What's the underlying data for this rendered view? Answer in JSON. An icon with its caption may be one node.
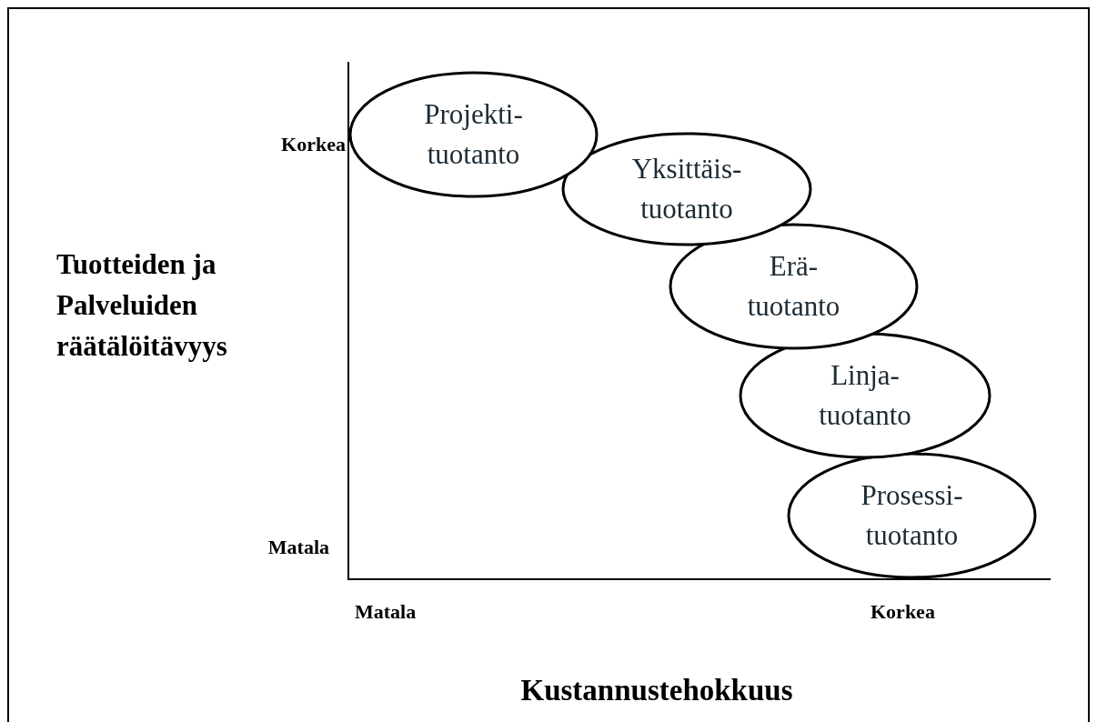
{
  "diagram": {
    "nodes": [
      {
        "text": [
          "Projekti- tuotanto"
        ]
      },
      {
        "text": [
          "Yksittäis- tuotanto"
        ]
      },
      {
        "text": [
          "Erä- tuotanto"
        ]
      },
      {
        "text": [
          "Linja- tuotanto"
        ]
      },
      {
        "text": [
          "Prosessi- tuotanto"
        ]
      }
    ],
    "labels": [
      "Korkea",
      "Tuotteiden ja Palveluiden räätälöitävyys",
      "Matala",
      "Matala",
      "Korkea",
      "Kustannustehokkuus"
    ]
  }
}
